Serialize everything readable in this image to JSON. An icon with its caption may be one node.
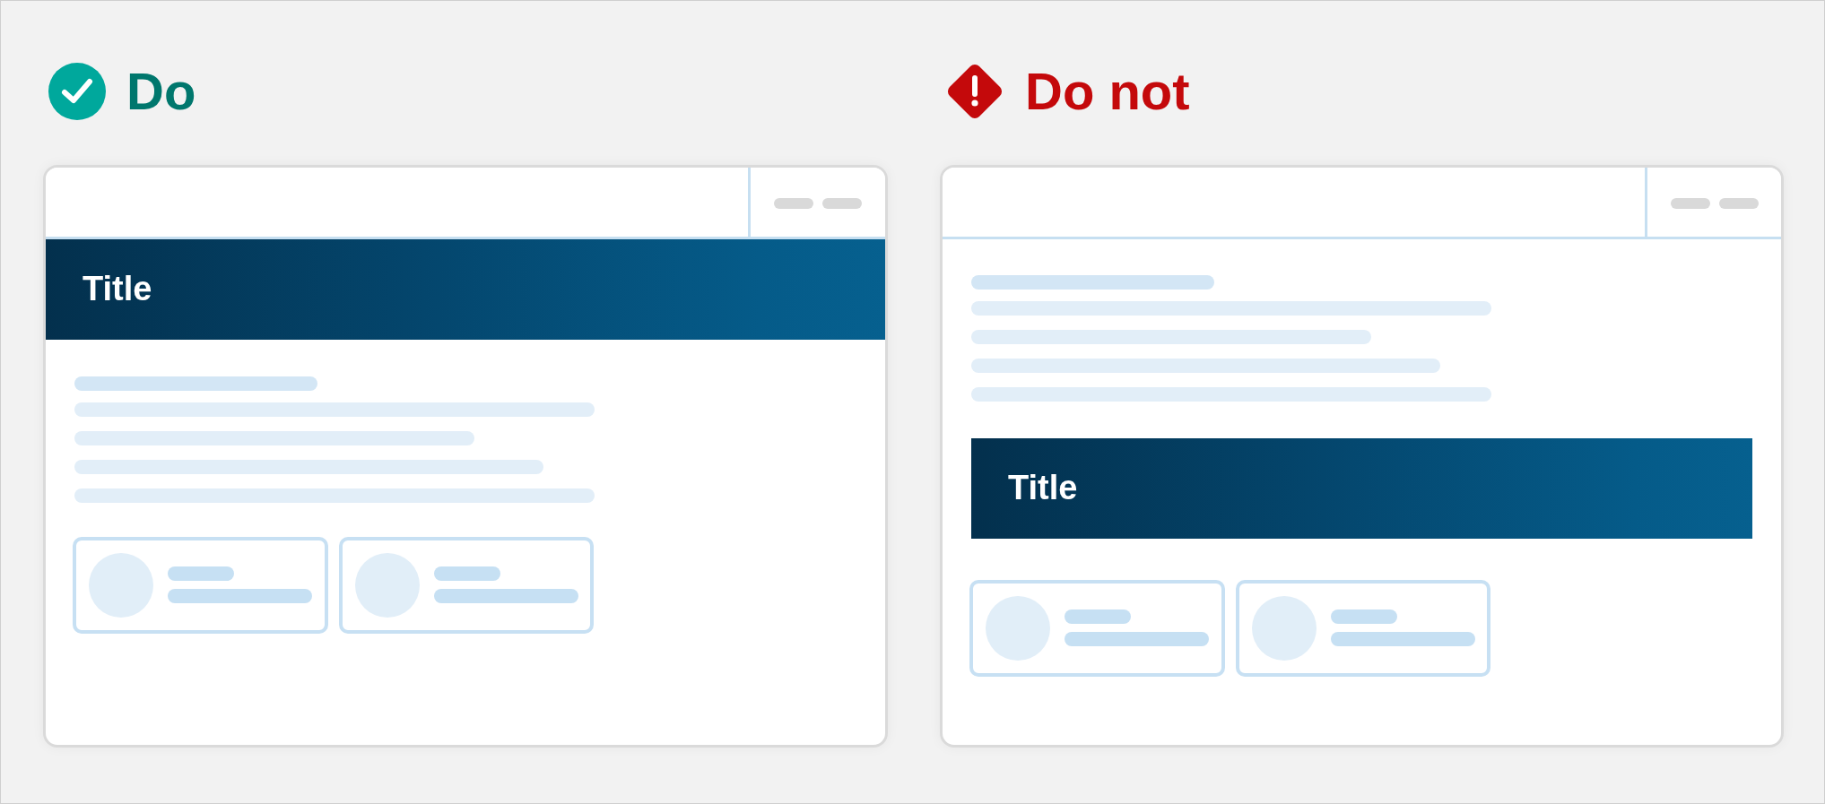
{
  "diagram": {
    "nodes": [
      {
        "text": [],
        "shape": "box"
      },
      {
        "text": [
          "Title"
        ],
        "in": 0
      },
      {
        "text": [],
        "shape": "box"
      },
      {
        "text": [
          "Title"
        ],
        "in": 2
      }
    ],
    "labels": [
      "Do",
      "Do not"
    ]
  }
}
